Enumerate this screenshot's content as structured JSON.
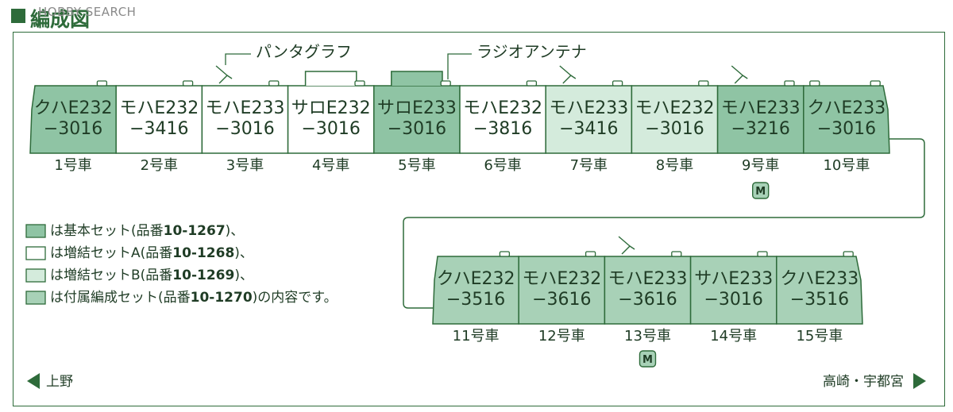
{
  "header": {
    "title": "編成図",
    "watermark": "HOBBY SEARCH"
  },
  "colors": {
    "basic": "#8fc4a4",
    "extension_a": "#ffffff",
    "extension_b": "#d4ebdc",
    "attached": "#a8d1b7",
    "line": "#2e6b3a"
  },
  "annotations": {
    "pantograph": "パンタグラフ",
    "radio_antenna": "ラジオアンテナ"
  },
  "row1": [
    {
      "name": "クハE232",
      "number": "−3016",
      "label": "1号車",
      "set": "basic",
      "pantograph": false,
      "motor": false
    },
    {
      "name": "モハE232",
      "number": "−3416",
      "label": "2号車",
      "set": "extension_a",
      "pantograph": false,
      "motor": false
    },
    {
      "name": "モハE233",
      "number": "−3016",
      "label": "3号車",
      "set": "extension_a",
      "pantograph": true,
      "motor": false
    },
    {
      "name": "サロE232",
      "number": "−3016",
      "label": "4号車",
      "set": "extension_a",
      "pantograph": false,
      "motor": false
    },
    {
      "name": "サロE233",
      "number": "−3016",
      "label": "5号車",
      "set": "basic",
      "pantograph": false,
      "motor": false
    },
    {
      "name": "モハE232",
      "number": "−3816",
      "label": "6号車",
      "set": "extension_a",
      "pantograph": false,
      "motor": false
    },
    {
      "name": "モハE233",
      "number": "−3416",
      "label": "7号車",
      "set": "extension_b",
      "pantograph": true,
      "motor": false
    },
    {
      "name": "モハE232",
      "number": "−3016",
      "label": "8号車",
      "set": "extension_b",
      "pantograph": false,
      "motor": false
    },
    {
      "name": "モハE233",
      "number": "−3216",
      "label": "9号車",
      "set": "basic",
      "pantograph": true,
      "motor": true
    },
    {
      "name": "クハE233",
      "number": "−3016",
      "label": "10号車",
      "set": "basic",
      "pantograph": false,
      "motor": false
    }
  ],
  "row2": [
    {
      "name": "クハE232",
      "number": "−3516",
      "label": "11号車",
      "set": "attached",
      "pantograph": false,
      "motor": false
    },
    {
      "name": "モハE232",
      "number": "−3616",
      "label": "12号車",
      "set": "attached",
      "pantograph": false,
      "motor": false
    },
    {
      "name": "モハE233",
      "number": "−3616",
      "label": "13号車",
      "set": "attached",
      "pantograph": true,
      "motor": true
    },
    {
      "name": "サハE233",
      "number": "−3016",
      "label": "14号車",
      "set": "attached",
      "pantograph": false,
      "motor": false
    },
    {
      "name": "クハE233",
      "number": "−3516",
      "label": "15号車",
      "set": "attached",
      "pantograph": false,
      "motor": false
    }
  ],
  "motor_mark": "M",
  "legend": [
    {
      "set": "basic",
      "prefix": "は基本セット(品番",
      "code": "10-1267",
      "suffix": ")、"
    },
    {
      "set": "extension_a",
      "prefix": "は増結セットA(品番",
      "code": "10-1268",
      "suffix": ")、"
    },
    {
      "set": "extension_b",
      "prefix": "は増結セットB(品番",
      "code": "10-1269",
      "suffix": ")、"
    },
    {
      "set": "attached",
      "prefix": "は付属編成セット(品番",
      "code": "10-1270",
      "suffix": ")の内容です。"
    }
  ],
  "directions": {
    "left": "上野",
    "right": "高崎・宇都宮"
  }
}
